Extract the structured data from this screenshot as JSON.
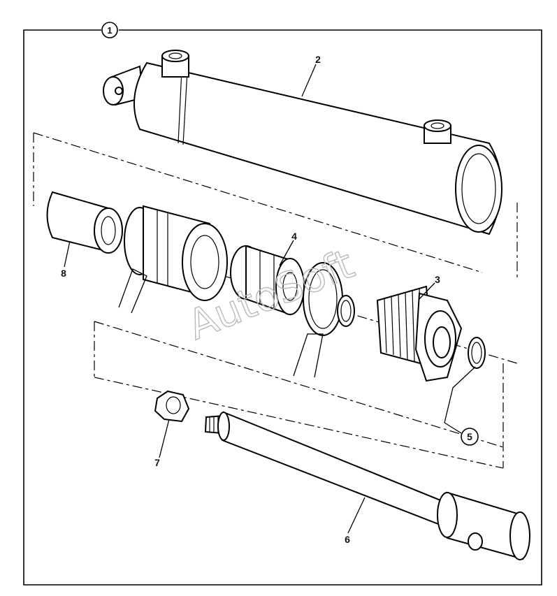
{
  "figure": {
    "assembly_number": "1",
    "watermark": "AutoSoft",
    "callouts": {
      "c2": "2",
      "c3": "3",
      "c4": "4",
      "c5": "5",
      "c6": "6",
      "c7": "7",
      "c8": "8"
    }
  }
}
